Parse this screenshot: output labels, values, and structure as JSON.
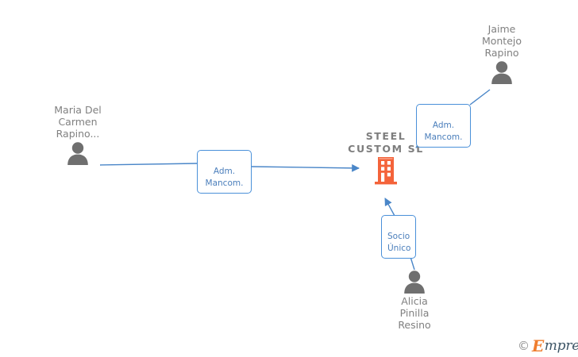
{
  "diagram": {
    "background_color": "#ffffff",
    "edge_color": "#4a86c8",
    "label_border_color": "#4a90d9",
    "label_text_color": "#4a7ebb",
    "person_icon_color": "#6f6f6f",
    "company_icon_color": "#f4633a",
    "name_text_color": "#808080"
  },
  "company": {
    "name": "STEEL\nCUSTOM  SL",
    "icon": "office-building-icon"
  },
  "people": [
    {
      "id": "maria",
      "name": "Maria Del\nCarmen\nRapino...",
      "icon": "person-icon",
      "label_position": "above"
    },
    {
      "id": "jaime",
      "name": "Jaime\nMontejo\nRapino",
      "icon": "person-icon",
      "label_position": "above"
    },
    {
      "id": "alicia",
      "name": "Alicia\nPinilla\nResino",
      "icon": "person-icon",
      "label_position": "below"
    }
  ],
  "relations": [
    {
      "id": "rel-maria",
      "from": "maria",
      "to": "company",
      "label": "Adm.\nMancom."
    },
    {
      "id": "rel-jaime",
      "from": "jaime",
      "to": "company",
      "label": "Adm.\nMancom."
    },
    {
      "id": "rel-alicia",
      "from": "alicia",
      "to": "company",
      "label": "Socio\nÚnico"
    }
  ],
  "watermark": {
    "copyright": "©",
    "brand_initial": "E",
    "brand_rest": "mpresia"
  }
}
